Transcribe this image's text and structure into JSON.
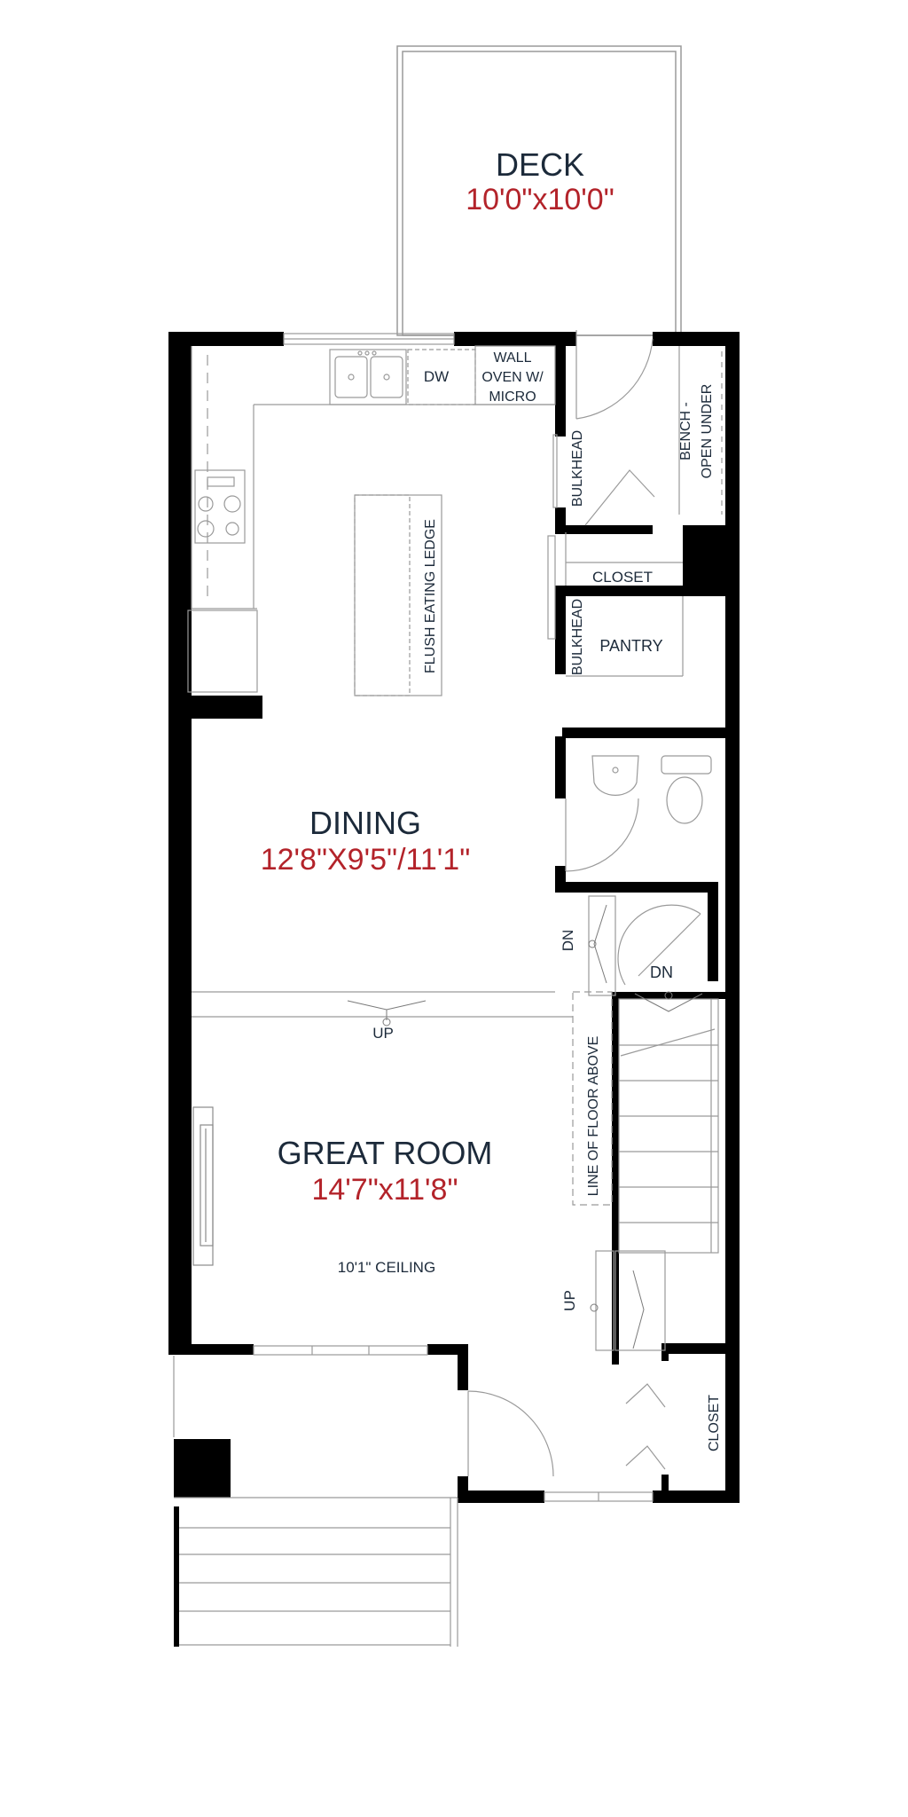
{
  "colors": {
    "wall": "#000000",
    "line": "#9a9a9a",
    "name": "#1c2a3a",
    "dimension": "#b3232a"
  },
  "rooms": {
    "deck": {
      "name": "DECK",
      "size": "10'0\"x10'0\""
    },
    "dining": {
      "name": "DINING",
      "size": "12'8\"X9'5\"/11'1\""
    },
    "great_room": {
      "name": "GREAT ROOM",
      "size": "14'7\"x11'8\"",
      "ceiling": "10'1\" CEILING"
    }
  },
  "labels": {
    "dw": "DW",
    "wall_oven_1": "WALL",
    "wall_oven_2": "OVEN W/",
    "wall_oven_3": "MICRO",
    "bench_1": "BENCH -",
    "bench_2": "OPEN UNDER",
    "bulkhead_top": "BULKHEAD",
    "bulkhead_bottom": "BULKHEAD",
    "closet_top": "CLOSET",
    "pantry": "PANTRY",
    "flush_ledge": "FLUSH EATING LEDGE",
    "dn_left": "DN",
    "dn_right": "DN",
    "up_center": "UP",
    "up_lower": "UP",
    "line_of_floor": "LINE OF FLOOR ABOVE",
    "closet_bottom": "CLOSET"
  },
  "icons": [
    "door-swing-icon",
    "sink-icon",
    "cooktop-icon",
    "toilet-icon",
    "fireplace-icon",
    "stair-arrow-icon"
  ]
}
